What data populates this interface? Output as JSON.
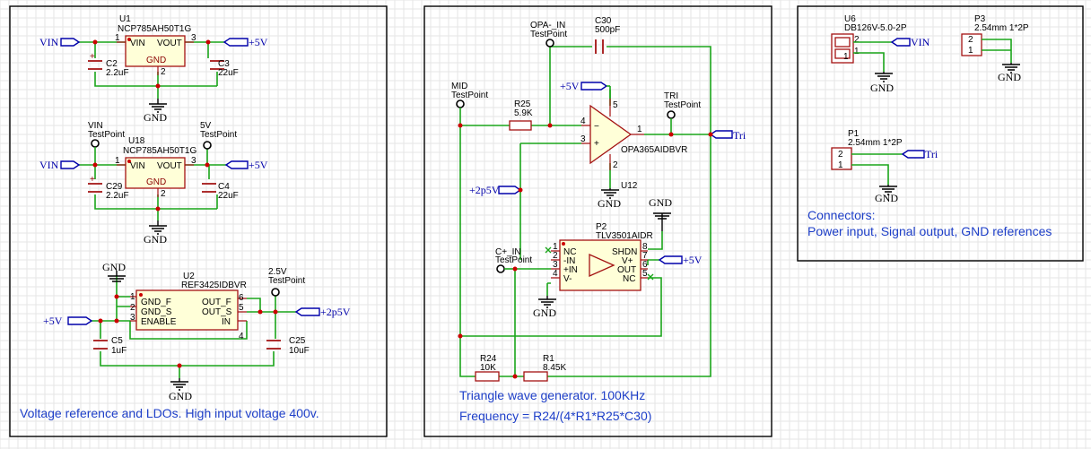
{
  "sheets": {
    "ldo": {
      "note": "Voltage reference and LDOs. High input voltage 400v.",
      "u1": {
        "ref": "U1",
        "part": "NCP785AH50T1G",
        "vin": "VIN",
        "vout": "VOUT",
        "gnd": "GND",
        "p1": "1",
        "p2": "2",
        "p3": "3"
      },
      "u18": {
        "ref": "U18",
        "part": "NCP785AH50T1G",
        "vin": "VIN",
        "vout": "VOUT",
        "gnd": "GND",
        "p1": "1",
        "p2": "2",
        "p3": "3"
      },
      "c2": {
        "ref": "C2",
        "value": "2.2uF"
      },
      "c3": {
        "ref": "C3",
        "value": "22uF"
      },
      "c29": {
        "ref": "C29",
        "value": "2.2uF"
      },
      "c4": {
        "ref": "C4",
        "value": "22uF"
      },
      "tp_vin": {
        "name": "VIN",
        "type": "TestPoint"
      },
      "tp_5v": {
        "name": "5V",
        "type": "TestPoint"
      },
      "u2": {
        "ref": "U2",
        "part": "REF3425IDBVR",
        "gnd_f": "GND_F",
        "gnd_s": "GND_S",
        "enable": "ENABLE",
        "out_f": "OUT_F",
        "out_s": "OUT_S",
        "in": "IN",
        "p1": "1",
        "p2": "2",
        "p3": "3",
        "p4": "4",
        "p5": "5",
        "p6": "6"
      },
      "tp_2v5": {
        "name": "2.5V",
        "type": "TestPoint"
      },
      "c5": {
        "ref": "C5",
        "value": "1uF"
      },
      "c25": {
        "ref": "C25",
        "value": "10uF"
      },
      "flags": {
        "vin": "VIN",
        "p5v": "+5V",
        "p2p5v": "+2p5V"
      },
      "gnd": "GND"
    },
    "tri": {
      "note1": "Triangle wave generator. 100KHz",
      "note2": "Frequency = R24/(4*R1*R25*C30)",
      "tp_opa_in": {
        "name": "OPA-_IN",
        "type": "TestPoint"
      },
      "tp_mid": {
        "name": "MID",
        "type": "TestPoint"
      },
      "tp_tri": {
        "name": "TRI",
        "type": "TestPoint"
      },
      "tp_cin": {
        "name": "C+_IN",
        "type": "TestPoint"
      },
      "c30": {
        "ref": "C30",
        "value": "500pF"
      },
      "r25": {
        "ref": "R25",
        "value": "5.9K"
      },
      "r24": {
        "ref": "R24",
        "value": "10K"
      },
      "r1": {
        "ref": "R1",
        "value": "8.45K"
      },
      "u12": {
        "ref": "U12",
        "part": "OPA365AIDBVR",
        "p1": "1",
        "p2": "2",
        "p3": "3",
        "p4": "4",
        "p5": "5"
      },
      "p2": {
        "ref": "P2",
        "part": "TLV3501AIDR",
        "nc": "NC",
        "in_n": "-IN",
        "in_p": "+IN",
        "vminus": "V-",
        "shdn": "SHDN",
        "vplus": "V+",
        "out": "OUT",
        "nc2": "NC",
        "p1": "1",
        "p2": "2",
        "p3": "3",
        "p4": "4",
        "p5": "5",
        "p6": "6",
        "p7": "7",
        "p8": "8"
      },
      "flags": {
        "p5v": "+5V",
        "p2p5v": "+2p5V",
        "tri": "Tri"
      },
      "gnd": "GND"
    },
    "conn": {
      "note1": "Connectors:",
      "note2": "Power input, Signal output, GND references",
      "u6": {
        "ref": "U6",
        "part": "DB126V-5.0-2P",
        "p1": "1",
        "p2": "2"
      },
      "p3": {
        "ref": "P3",
        "part": "2.54mm 1*2P",
        "p1": "1",
        "p2": "2"
      },
      "p1": {
        "ref": "P1",
        "part": "2.54mm 1*2P",
        "p1": "1",
        "p2": "2"
      },
      "flags": {
        "vin": "VIN",
        "tri": "Tri"
      },
      "gnd": "GND"
    }
  }
}
